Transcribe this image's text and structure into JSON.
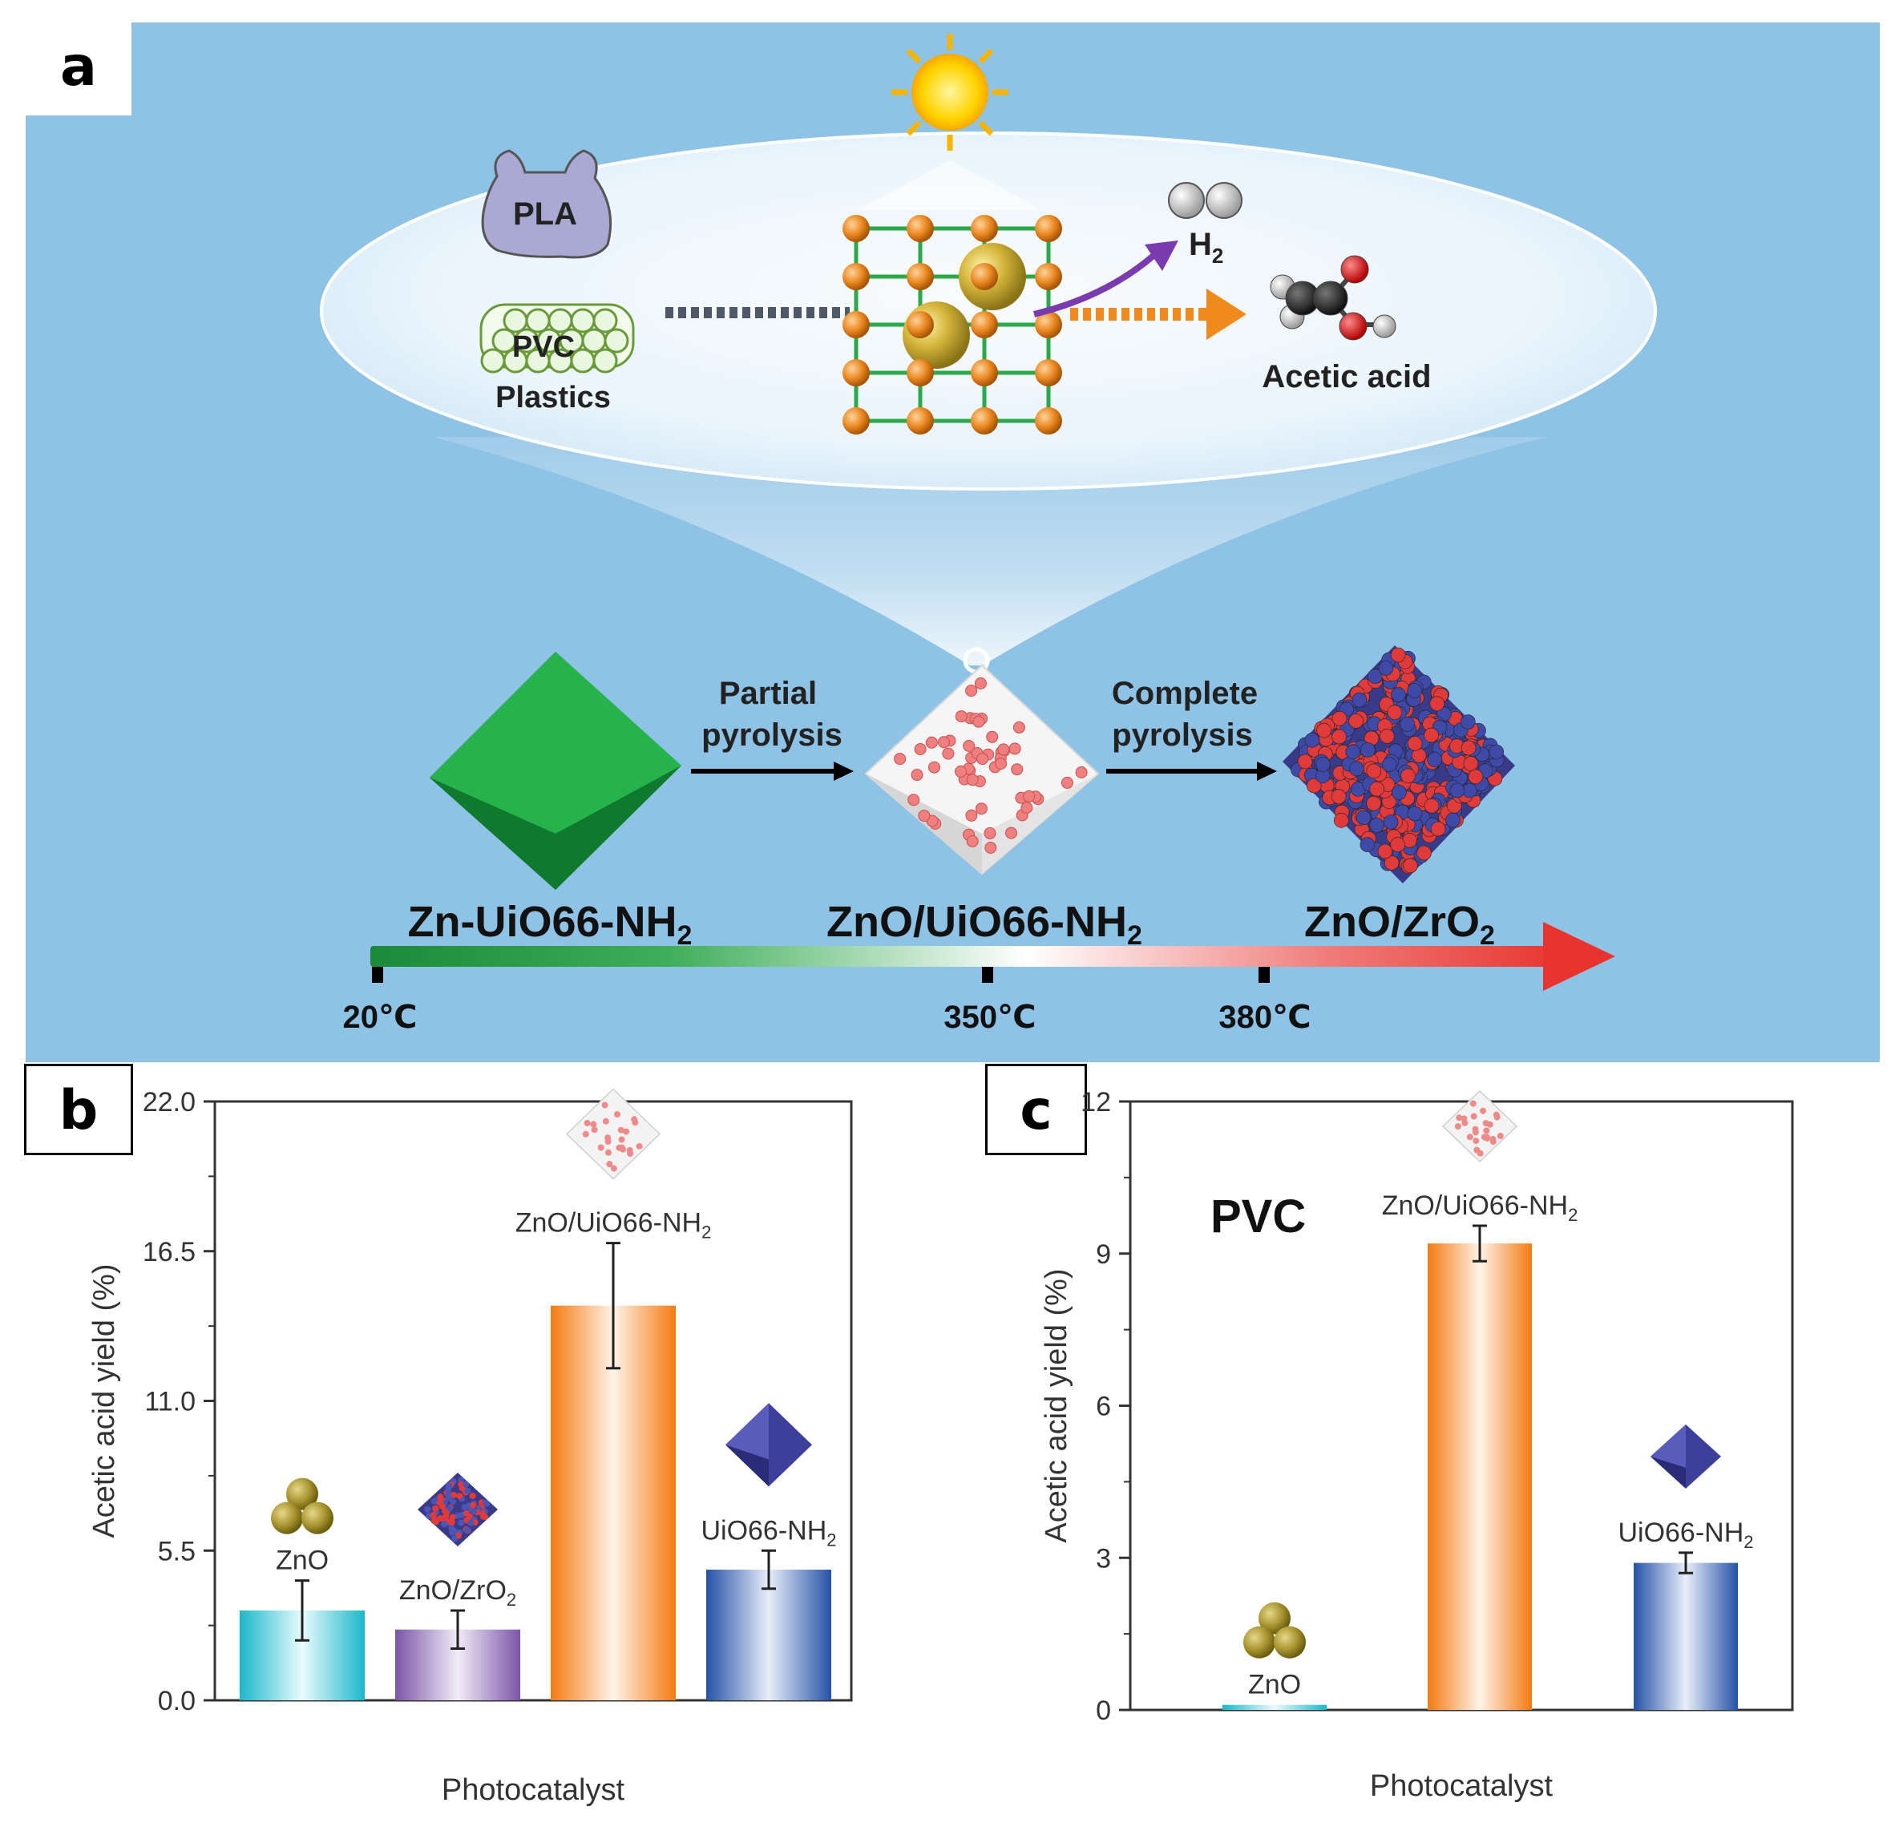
{
  "panel_labels": {
    "a": "a",
    "b": "b",
    "c": "c"
  },
  "schematic": {
    "plastics": {
      "pla": "PLA",
      "pvc": "PVC",
      "caption": "Plastics"
    },
    "products": {
      "h2": "H",
      "h2_sub": "2",
      "acetic": "Acetic acid"
    },
    "steps": {
      "partial_line1": "Partial",
      "partial_line2": "pyrolysis",
      "complete_line1": "Complete",
      "complete_line2": "pyrolysis"
    },
    "materials": {
      "m1": "Zn-UiO66-NH",
      "m1_sub": "2",
      "m2": "ZnO/UiO66-NH",
      "m2_sub": "2",
      "m3": "ZnO/ZrO",
      "m3_sub": "2"
    },
    "temperatures": [
      "20℃",
      "350℃",
      "380℃"
    ],
    "colors": {
      "background": "#8fc3e6",
      "green": "#1fb04a",
      "red": "#e8342f",
      "orange": "#f08a1c"
    }
  },
  "chart_data": [
    {
      "type": "bar",
      "panel": "b",
      "title": "",
      "xlabel": "Photocatalyst",
      "ylabel": "Acetic acid yield (%)",
      "ylim": [
        0,
        22
      ],
      "yticks": [
        "0.0",
        "5.5",
        "11.0",
        "16.5",
        "22.0"
      ],
      "categories": [
        "ZnO",
        "ZnO/ZrO2",
        "ZnO/UiO66-NH2",
        "UiO66-NH2"
      ],
      "category_labels": [
        {
          "main": "ZnO",
          "sub": ""
        },
        {
          "main": "ZnO/ZrO",
          "sub": "2"
        },
        {
          "main": "ZnO/UiO66-NH",
          "sub": "2"
        },
        {
          "main": "UiO66-NH",
          "sub": "2"
        }
      ],
      "values": [
        3.3,
        2.6,
        14.5,
        4.8
      ],
      "errors": [
        1.1,
        0.7,
        2.3,
        0.7
      ],
      "colors": [
        "#29c4d4",
        "#8a66b5",
        "#f5821f",
        "#2e5bb0"
      ],
      "grid": false
    },
    {
      "type": "bar",
      "panel": "c",
      "title": "",
      "annotation": "PVC",
      "xlabel": "Photocatalyst",
      "ylabel": "Acetic acid yield (%)",
      "ylim": [
        0,
        12
      ],
      "yticks": [
        "0",
        "3",
        "6",
        "9",
        "12"
      ],
      "categories": [
        "ZnO",
        "ZnO/UiO66-NH2",
        "UiO66-NH2"
      ],
      "category_labels": [
        {
          "main": "ZnO",
          "sub": ""
        },
        {
          "main": "ZnO/UiO66-NH",
          "sub": "2"
        },
        {
          "main": "UiO66-NH",
          "sub": "2"
        }
      ],
      "values": [
        0.1,
        9.2,
        2.9
      ],
      "errors": [
        0,
        0.35,
        0.2
      ],
      "colors": [
        "#29c4d4",
        "#f5821f",
        "#2e5bb0"
      ],
      "grid": false
    }
  ]
}
